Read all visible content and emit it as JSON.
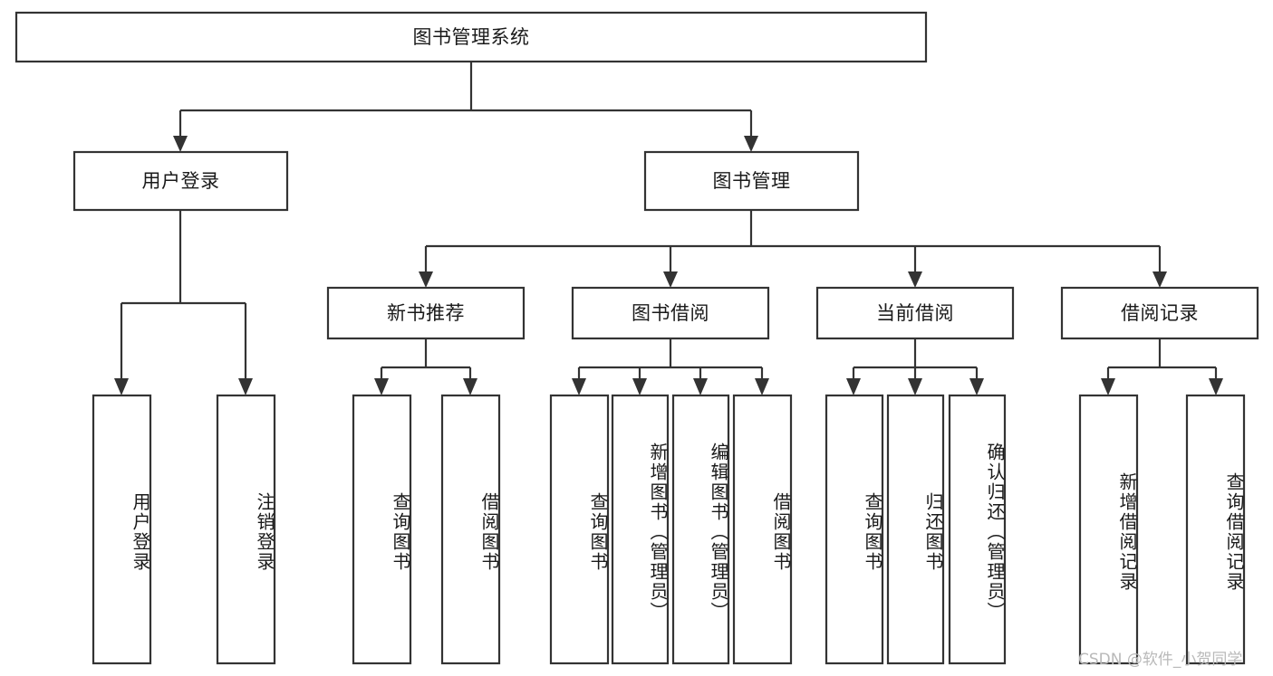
{
  "diagram": {
    "title": "图书管理系统",
    "type": "tree",
    "watermark": "CSDN @软件_小贺同学",
    "colors": {
      "stroke": "#333333",
      "box_fill": "#ffffff",
      "text": "#1a1a1a",
      "background": "#ffffff",
      "watermark": "#b9b9b9"
    },
    "nodes": {
      "root": {
        "label": "图书管理系统",
        "level": 1,
        "orientation": "horizontal"
      },
      "user_login": {
        "label": "用户登录",
        "level": 2,
        "orientation": "horizontal"
      },
      "book_manage": {
        "label": "图书管理",
        "level": 2,
        "orientation": "horizontal"
      },
      "new_book_rec": {
        "label": "新书推荐",
        "level": 3,
        "orientation": "horizontal"
      },
      "book_borrow": {
        "label": "图书借阅",
        "level": 3,
        "orientation": "horizontal"
      },
      "current_borrow": {
        "label": "当前借阅",
        "level": 3,
        "orientation": "horizontal"
      },
      "borrow_record": {
        "label": "借阅记录",
        "level": 3,
        "orientation": "horizontal"
      },
      "leaf_user_login": {
        "label": "用户登录",
        "level": 4,
        "orientation": "vertical"
      },
      "leaf_logout": {
        "label": "注销登录",
        "level": 4,
        "orientation": "vertical"
      },
      "leaf_query_book_1": {
        "label": "查询图书",
        "level": 4,
        "orientation": "vertical"
      },
      "leaf_borrow_book_1": {
        "label": "借阅图书",
        "level": 4,
        "orientation": "vertical"
      },
      "leaf_query_book_2": {
        "label": "查询图书",
        "level": 4,
        "orientation": "vertical"
      },
      "leaf_add_book": {
        "label": "新增图书（管理员）",
        "level": 4,
        "orientation": "vertical"
      },
      "leaf_edit_book": {
        "label": "编辑图书（管理员）",
        "level": 4,
        "orientation": "vertical"
      },
      "leaf_borrow_book_2": {
        "label": "借阅图书",
        "level": 4,
        "orientation": "vertical"
      },
      "leaf_query_book_3": {
        "label": "查询图书",
        "level": 4,
        "orientation": "vertical"
      },
      "leaf_return_book": {
        "label": "归还图书",
        "level": 4,
        "orientation": "vertical"
      },
      "leaf_confirm_return": {
        "label": "确认归还（管理员）",
        "level": 4,
        "orientation": "vertical"
      },
      "leaf_add_record": {
        "label": "新增借阅记录",
        "level": 4,
        "orientation": "vertical"
      },
      "leaf_query_record": {
        "label": "查询借阅记录",
        "level": 4,
        "orientation": "vertical"
      }
    },
    "edges": [
      {
        "from": "root",
        "to": "user_login"
      },
      {
        "from": "root",
        "to": "book_manage"
      },
      {
        "from": "user_login",
        "to": "leaf_user_login"
      },
      {
        "from": "user_login",
        "to": "leaf_logout"
      },
      {
        "from": "book_manage",
        "to": "new_book_rec"
      },
      {
        "from": "book_manage",
        "to": "book_borrow"
      },
      {
        "from": "book_manage",
        "to": "current_borrow"
      },
      {
        "from": "book_manage",
        "to": "borrow_record"
      },
      {
        "from": "new_book_rec",
        "to": "leaf_query_book_1"
      },
      {
        "from": "new_book_rec",
        "to": "leaf_borrow_book_1"
      },
      {
        "from": "book_borrow",
        "to": "leaf_query_book_2"
      },
      {
        "from": "book_borrow",
        "to": "leaf_add_book"
      },
      {
        "from": "book_borrow",
        "to": "leaf_edit_book"
      },
      {
        "from": "book_borrow",
        "to": "leaf_borrow_book_2"
      },
      {
        "from": "current_borrow",
        "to": "leaf_query_book_3"
      },
      {
        "from": "current_borrow",
        "to": "leaf_return_book"
      },
      {
        "from": "current_borrow",
        "to": "leaf_confirm_return"
      },
      {
        "from": "borrow_record",
        "to": "leaf_add_record"
      },
      {
        "from": "borrow_record",
        "to": "leaf_query_record"
      }
    ]
  }
}
